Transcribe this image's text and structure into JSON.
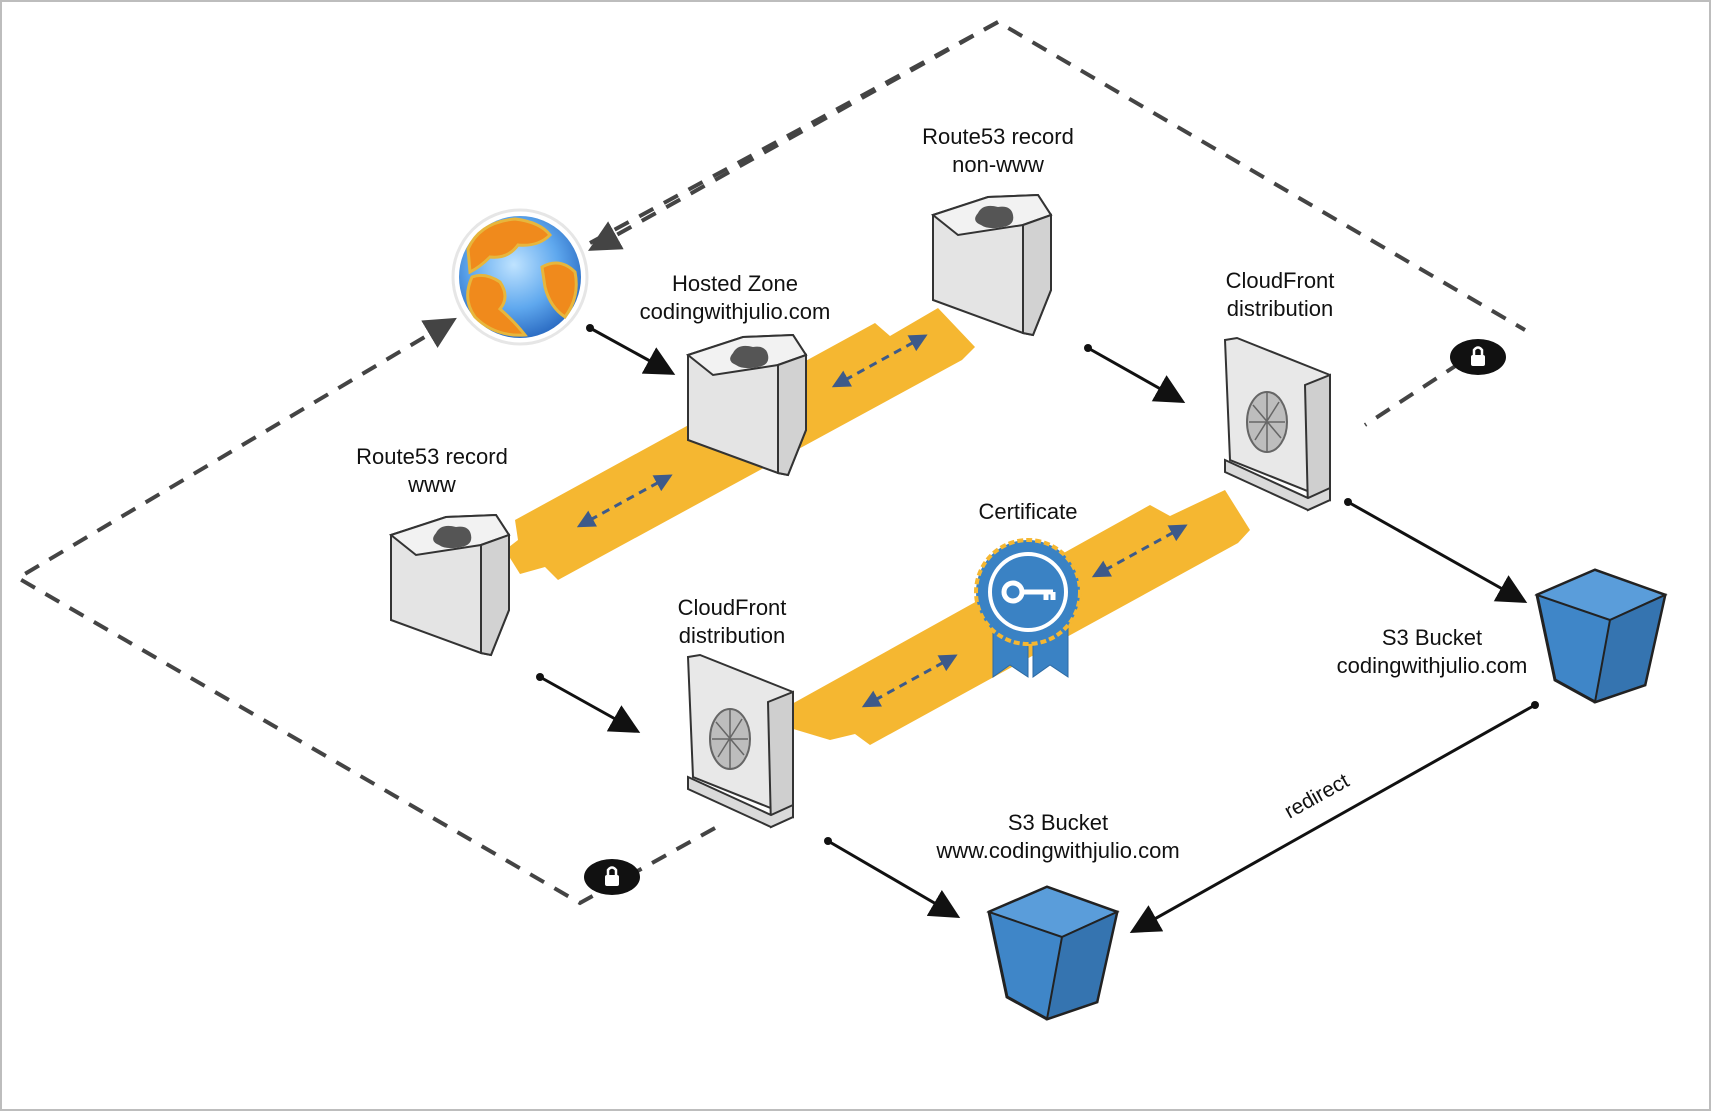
{
  "diagram": {
    "colors": {
      "band": "#F5B731",
      "bucket_blue": "#3F86C8",
      "device_grey": "#E4E4E4",
      "dashed_boundary": "#444444",
      "arrow": "#111111",
      "badge_blue": "#3A82C4"
    },
    "labels": {
      "route53_nonwww": [
        "Route53 record",
        "non-www"
      ],
      "hosted_zone": [
        "Hosted Zone",
        "codingwithjulio.com"
      ],
      "route53_www": [
        "Route53 record",
        "www"
      ],
      "cloudfront_top": [
        "CloudFront",
        "distribution"
      ],
      "cloudfront_bottom": [
        "CloudFront",
        "distribution"
      ],
      "certificate": "Certificate",
      "s3_root": [
        "S3 Bucket",
        "codingwithjulio.com"
      ],
      "s3_www": [
        "S3 Bucket",
        "www.codingwithjulio.com"
      ],
      "redirect": "redirect"
    },
    "icons": {
      "internet": "globe-icon",
      "route53": "route53-record-icon",
      "hosted_zone": "hosted-zone-icon",
      "cloudfront": "cloudfront-distribution-icon",
      "certificate": "certificate-badge-icon",
      "s3": "s3-bucket-icon",
      "lock": "lock-icon"
    }
  }
}
